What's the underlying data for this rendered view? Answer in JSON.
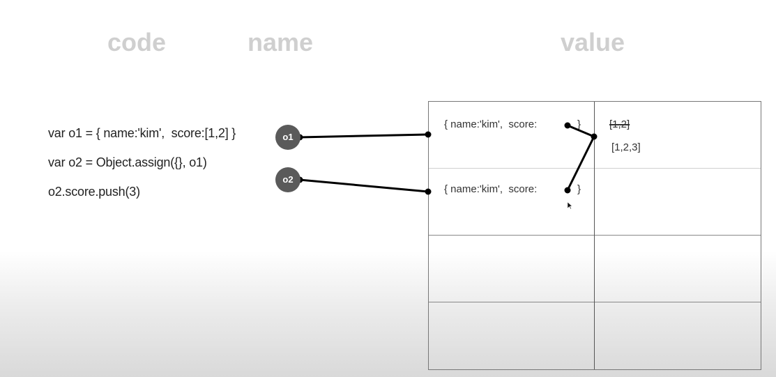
{
  "headings": {
    "code": "code",
    "name": "name",
    "value": "value"
  },
  "code_lines": [
    "var o1 = { name:'kim',  score:[1,2] }",
    "var o2 = Object.assign({}, o1)",
    "o2.score.push(3)"
  ],
  "variables": {
    "o1": "o1",
    "o2": "o2"
  },
  "memory": {
    "object1_text": "{ name:'kim',  score:",
    "object2_text": "{ name:'kim',  score:",
    "close_brace": "}",
    "array_old": "[1,2]",
    "array_new": "[1,2,3]"
  },
  "colors": {
    "heading": "#cfcfcf",
    "circle": "#5a5a5a",
    "line": "#000000",
    "grid": "#777777"
  }
}
